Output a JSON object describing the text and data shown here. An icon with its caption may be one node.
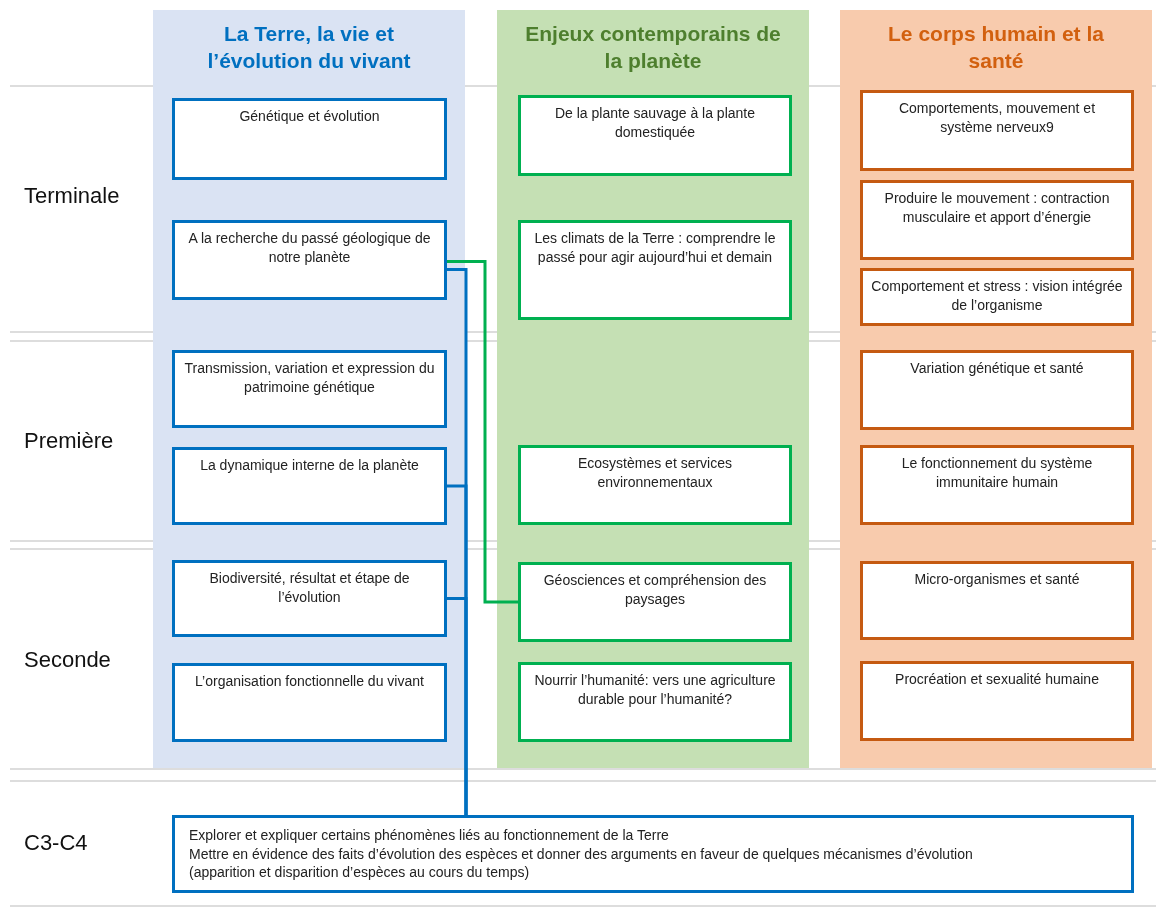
{
  "diagram": {
    "nodes": [
      {
        "text": [
          "La Terre, la vie et l’évolution du vivant"
        ]
      },
      {
        "text": [
          "Enjeux contemporains de la planète"
        ]
      },
      {
        "text": [
          "Le corps humain et la santé"
        ]
      },
      {
        "text": [
          "Génétique et évolution"
        ],
        "in": 0
      },
      {
        "text": [
          "A la recherche du passé géologique de notre planète"
        ],
        "in": 0
      },
      {
        "text": [
          "Transmission, variation et expression du patrimoine génétique"
        ],
        "in": 0
      },
      {
        "text": [
          "La dynamique interne de la planète"
        ],
        "in": 0
      },
      {
        "text": [
          "Biodiversité, résultat et étape de l’évolution"
        ],
        "in": 0
      },
      {
        "text": [
          "L’organisation fonctionnelle du vivant"
        ],
        "in": 0
      },
      {
        "text": [
          "De la plante sauvage à la plante domestiquée"
        ],
        "in": 1
      },
      {
        "text": [
          "Les climats de la Terre : comprendre le passé pour agir aujourd’hui et demain"
        ],
        "in": 1
      },
      {
        "text": [
          "Ecosystèmes et services environnementaux"
        ],
        "in": 1
      },
      {
        "text": [
          "Géosciences et compréhension des paysages"
        ],
        "in": 1
      },
      {
        "text": [
          "Nourrir l’humanité: vers une agriculture durable pour l’humanité?"
        ],
        "in": 1
      },
      {
        "text": [
          "Comportements, mouvement et système nerveux9"
        ],
        "in": 2
      },
      {
        "text": [
          "Produire le mouvement : contraction musculaire et apport d’énergie"
        ],
        "in": 2
      },
      {
        "text": [
          "Comportement et stress : vision intégrée de l’organisme"
        ],
        "in": 2
      },
      {
        "text": [
          "Variation génétique et santé"
        ],
        "in": 2
      },
      {
        "text": [
          "Le fonctionnement du système immunitaire humain"
        ],
        "in": 2
      },
      {
        "text": [
          "Micro-organismes et santé"
        ],
        "in": 2
      },
      {
        "text": [
          "Procréation et sexualité humaine"
        ],
        "in": 2
      },
      {
        "text": [
          "Explorer et expliquer certains phénomènes liés au fonctionnement de la Terre",
          "Mettre en évidence des faits d’évolution des espèces et donner des arguments en faveur de quelques  mécanismes d’évolution",
          "(apparition et disparition d’espèces au cours du temps)"
        ]
      }
    ],
    "edges": [
      {
        "from": 4,
        "to": 21,
        "arrow": "none"
      },
      {
        "from": 6,
        "to": 21,
        "arrow": "none"
      },
      {
        "from": 7,
        "to": 21,
        "arrow": "none"
      },
      {
        "from": 4,
        "to": 12,
        "arrow": "none",
        "color": "#00b050"
      }
    ],
    "labels": [
      "Terminale",
      "Première",
      "Seconde",
      "C3-C4"
    ]
  }
}
